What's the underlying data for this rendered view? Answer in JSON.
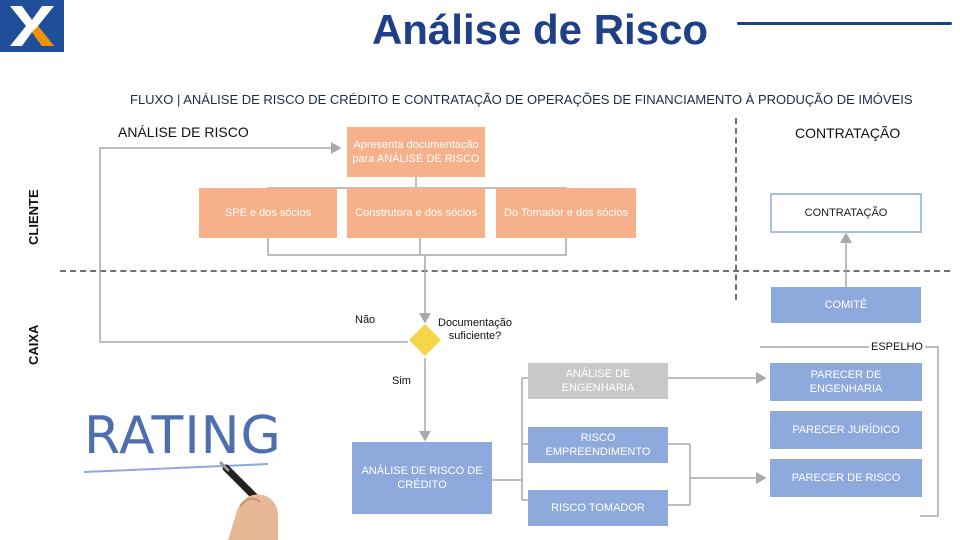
{
  "header": {
    "title": "Análise de Risco",
    "subtitle": "FLUXO | ANÁLISE DE RISCO DE CRÉDITO E CONTRATAÇÃO DE OPERAÇÕES DE FINANCIAMENTO À PRODUÇÃO DE IMÓVEIS",
    "logo_colors": {
      "blue": "#1f4e9a",
      "orange": "#f39200"
    }
  },
  "sections": {
    "left": "ANÁLISE DE RISCO",
    "right": "CONTRATAÇÃO"
  },
  "lanes": {
    "top": "CLIENTE",
    "bottom": "CAIXA"
  },
  "nodes": {
    "apresenta": "Apresenta documentação para ANÁLISE DE RISCO",
    "spe": "SPE e dos sócios",
    "construtora": "Construtora e dos sócios",
    "tomador": "Do Tomador e dos sócios",
    "contratacao": "CONTRATAÇÃO",
    "comite": "COMITÊ",
    "espelho": "ESPELHO",
    "nao": "Não",
    "decisao": "Documentação suficiente?",
    "sim": "Sim",
    "analise_engenharia": "ANÁLISE DE ENGENHARIA",
    "risco_empreendimento": "RISCO EMPREENDIMENTO",
    "analise_credito": "ANÁLISE DE RISCO DE CRÉDITO",
    "risco_tomador": "RISCO TOMADOR",
    "parecer_engenharia": "PARECER DE ENGENHARIA",
    "parecer_juridico": "PARECER JURÍDICO",
    "parecer_risco": "PARECER DE RISCO"
  },
  "image": {
    "rating_text": "RATING"
  },
  "colors": {
    "orange_box": "#f6b08a",
    "blue_box": "#8ea9dc",
    "grey_box": "#c8c8c8",
    "arrow": "#a9a9a9",
    "decision": "#f5d54a",
    "title": "#1f3f86"
  }
}
